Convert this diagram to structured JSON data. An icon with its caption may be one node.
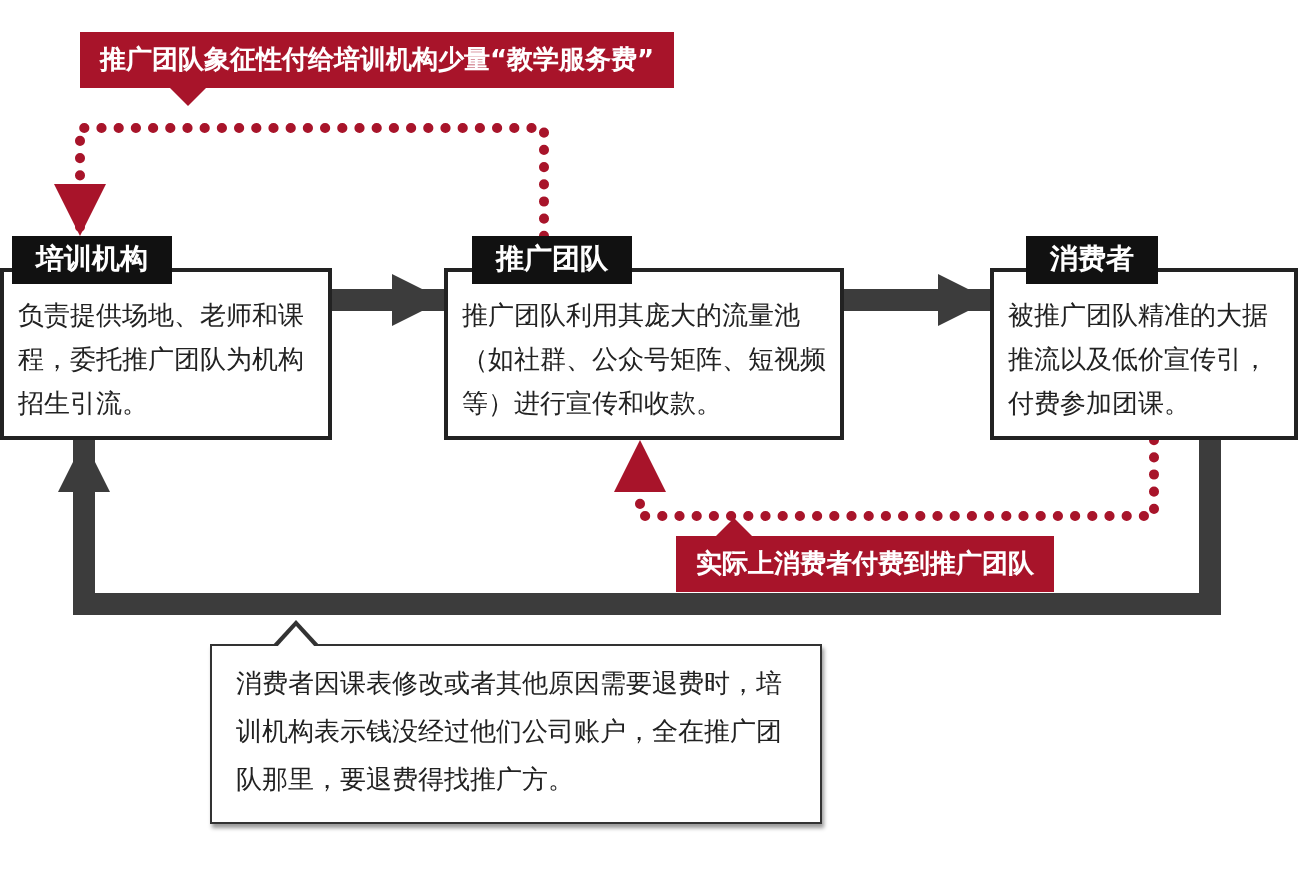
{
  "diagram": {
    "nodes": [
      {
        "text": [
          "培训机构",
          "负责提供场地、老师和课程，委托推广团队为机构招生引流。"
        ]
      },
      {
        "text": [
          "推广团队",
          "推广团队利用其庞大的流量池（如社群、公众号矩阵、短视频等）进行宣传和收款。"
        ]
      },
      {
        "text": [
          "消费者",
          "被推广团队精准的大据推流以及低价宣传引，付费参加团课。"
        ]
      },
      {
        "text": [
          "消费者因课表修改或者其他原因需要退费时，培训机构表示钱没经过他们公司账户，全在推广团队那里，要退费得找推广方。"
        ]
      }
    ],
    "edges": [
      {
        "from": 0,
        "to": 1,
        "arrow": "to"
      },
      {
        "from": 1,
        "to": 2,
        "arrow": "to"
      },
      {
        "from": 1,
        "to": 0,
        "arrow": "to",
        "style": "dashed",
        "color": "#a8142a",
        "label": "推广团队象征性付给培训机构少量“教学服务费”"
      },
      {
        "from": 2,
        "to": 1,
        "arrow": "to",
        "style": "dashed",
        "color": "#a8142a",
        "label": "实际上消费者付费到推广团队"
      },
      {
        "from": 2,
        "to": 0,
        "arrow": "to"
      }
    ]
  }
}
